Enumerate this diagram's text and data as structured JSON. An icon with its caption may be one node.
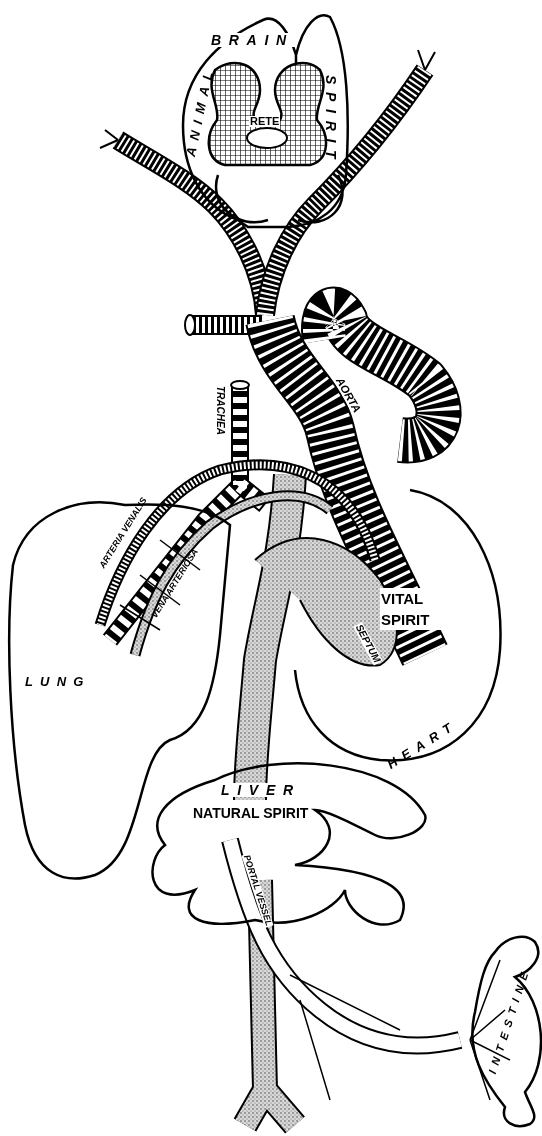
{
  "diagram": {
    "nodes": [
      {
        "text": [
          "BRAIN",
          "ANIMAL",
          "SPIRIT"
        ]
      },
      {
        "text": [
          "RETE"
        ],
        "in": 0
      },
      {
        "text": [
          "LUNG"
        ]
      },
      {
        "text": [
          "HEART",
          "VITAL SPIRIT"
        ]
      },
      {
        "text": [
          "LIVER",
          "NATURAL SPIRIT"
        ]
      },
      {
        "text": [
          "INTESTINE"
        ]
      }
    ],
    "labels": [
      "TRACHEA",
      "AORTA",
      "ARTERIA VENALIS",
      "VENA ARTERIOSA",
      "SEPTUM",
      "PORTAL VESSEL"
    ]
  }
}
